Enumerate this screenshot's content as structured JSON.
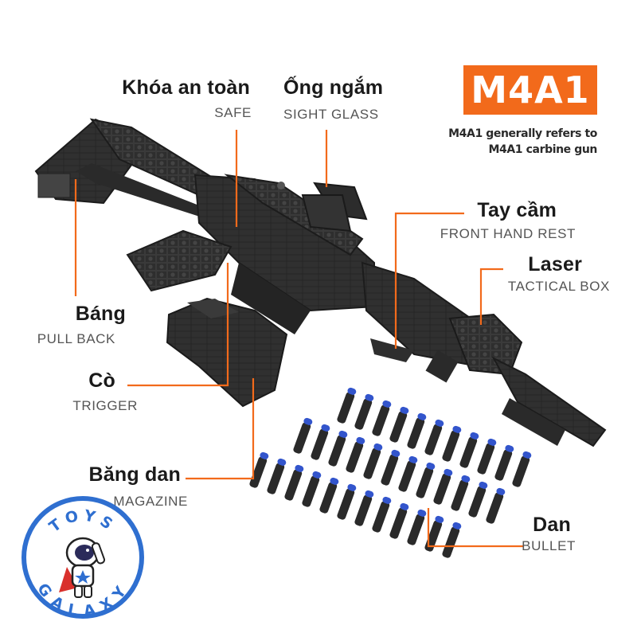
{
  "badge": {
    "title": "M4A1",
    "color": "#f26a1b"
  },
  "note": {
    "line1": "M4A1 generally refers to",
    "line2": "M4A1 carbine gun"
  },
  "labels": {
    "safe": {
      "vn": "Khóa an toàn",
      "en": "SAFE"
    },
    "sight": {
      "vn": "Ống ngắm",
      "en": "SIGHT GLASS"
    },
    "hand_rest": {
      "vn": "Tay cầm",
      "en": "FRONT HAND REST"
    },
    "laser": {
      "vn": "Laser",
      "en": "TACTICAL BOX"
    },
    "stock": {
      "vn": "Báng",
      "en": "PULL BACK"
    },
    "trigger": {
      "vn": "Cò",
      "en": "TRIGGER"
    },
    "magazine": {
      "vn": "Băng dan",
      "en": "MAGAZINE"
    },
    "bullet": {
      "vn": "Dan",
      "en": "BULLET"
    }
  },
  "logo": {
    "top_text": "TOYS",
    "bottom_text": "GALAXY",
    "ring_color": "#2f6fd0"
  },
  "colors": {
    "leader": "#f26a1b",
    "brick": "#2b2b2b",
    "bullet_tip": "#3355cc"
  }
}
